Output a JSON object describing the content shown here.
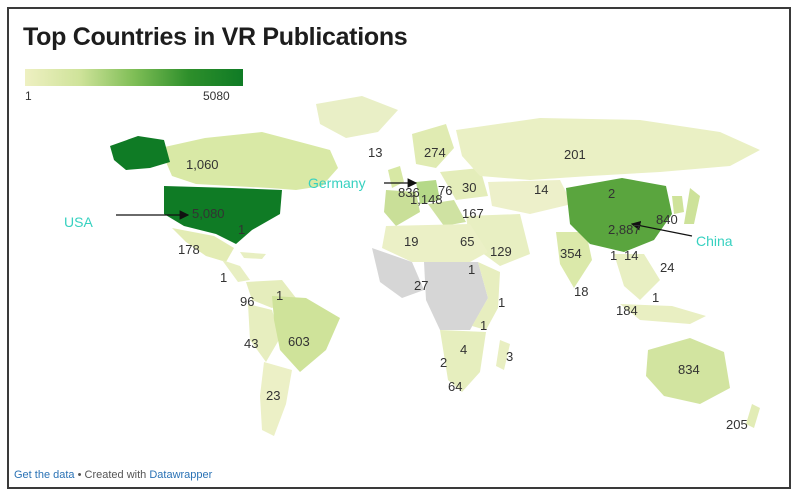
{
  "title": "Top Countries in VR Publications",
  "legend": {
    "min": "1",
    "max": "5080",
    "min_value": 1,
    "max_value": 5080
  },
  "colors": {
    "low": "#eef0c2",
    "high": "#0f7b25",
    "no_data": "#d6d6d6",
    "callout": "#37d1c0",
    "link": "#2a72b5"
  },
  "callouts": [
    "USA",
    "Germany",
    "China"
  ],
  "value_labels": [
    "13",
    "274",
    "201",
    "1,060",
    "836",
    "76",
    "1,148",
    "30",
    "14",
    "2",
    "5,080",
    "167",
    "840",
    "2,887",
    "178",
    "1",
    "19",
    "65",
    "129",
    "354",
    "1",
    "14",
    "24",
    "1",
    "27",
    "1",
    "18",
    "96",
    "1",
    "1",
    "184",
    "1",
    "603",
    "43",
    "1",
    "4",
    "3",
    "2",
    "834",
    "23",
    "64",
    "205"
  ],
  "footer": {
    "get_data": "Get the data",
    "separator": " • Created with ",
    "datawrapper": "Datawrapper"
  }
}
